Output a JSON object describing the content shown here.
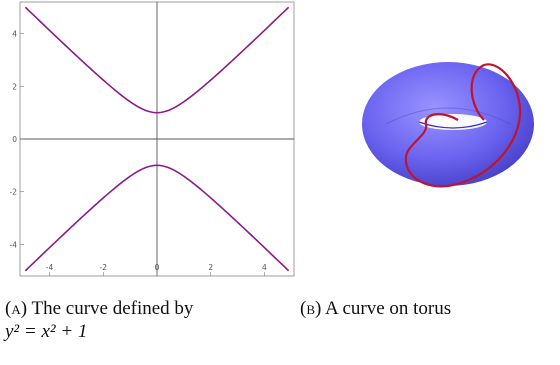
{
  "figure_a": {
    "chart_data": {
      "type": "line",
      "series": [
        {
          "values_upper": [
            [
              -5,
              5.099
            ],
            [
              -4,
              4.123
            ],
            [
              -3,
              3.162
            ],
            [
              -2,
              2.236
            ],
            [
              -1,
              1.414
            ],
            [
              -0.5,
              1.118
            ],
            [
              0,
              1.0
            ],
            [
              0.5,
              1.118
            ],
            [
              1,
              1.414
            ],
            [
              2,
              2.236
            ],
            [
              3,
              3.162
            ],
            [
              4,
              4.123
            ],
            [
              5,
              5.099
            ]
          ],
          "values_lower": [
            [
              -5,
              -5.099
            ],
            [
              -4,
              -4.123
            ],
            [
              -3,
              -3.162
            ],
            [
              -2,
              -2.236
            ],
            [
              -1,
              -1.414
            ],
            [
              -0.5,
              -1.118
            ],
            [
              0,
              -1.0
            ],
            [
              0.5,
              -1.118
            ],
            [
              1,
              -1.414
            ],
            [
              2,
              -2.236
            ],
            [
              3,
              -3.162
            ],
            [
              4,
              -4.123
            ],
            [
              5,
              -5.099
            ]
          ]
        }
      ],
      "xlim": [
        -5.1,
        5.1
      ],
      "ylim": [
        -5.2,
        5.2
      ],
      "xticks": [
        "-4",
        "-2",
        "0",
        "2",
        "4"
      ],
      "yticks": [
        "4",
        "2",
        "0",
        "-2",
        "-4"
      ],
      "xtick_values": [
        -4,
        -2,
        0,
        2,
        4
      ],
      "ytick_values": [
        4,
        2,
        0,
        -2,
        -4
      ],
      "line_color": "#8b1a8b",
      "axes_color": "#555555",
      "grid": false
    },
    "caption_label": "(a)",
    "caption_text": "The curve defined by",
    "caption_eq": "y² = x² + 1"
  },
  "figure_b": {
    "torus_color": "#6a63f0",
    "curve_color": "#c0142c",
    "caption_label": "(b)",
    "caption_text": "A curve on torus"
  }
}
